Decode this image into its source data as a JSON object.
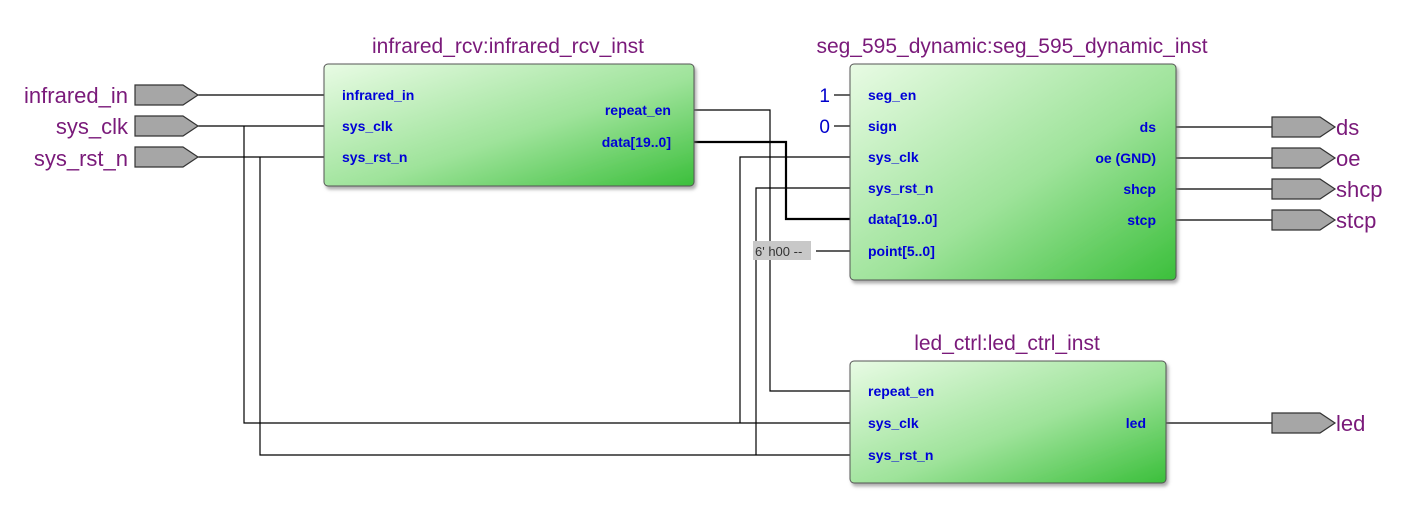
{
  "blocks": {
    "infrared_rcv": {
      "title": "infrared_rcv:infrared_rcv_inst",
      "inputs": [
        "infrared_in",
        "sys_clk",
        "sys_rst_n"
      ],
      "outputs": [
        "repeat_en",
        "data[19..0]"
      ]
    },
    "seg_595": {
      "title": "seg_595_dynamic:seg_595_dynamic_inst",
      "inputs": [
        "seg_en",
        "sign",
        "sys_clk",
        "sys_rst_n",
        "data[19..0]",
        "point[5..0]"
      ],
      "outputs": [
        "ds",
        "oe (GND)",
        "shcp",
        "stcp"
      ]
    },
    "led_ctrl": {
      "title": "led_ctrl:led_ctrl_inst",
      "inputs": [
        "repeat_en",
        "sys_clk",
        "sys_rst_n"
      ],
      "outputs": [
        "led"
      ]
    }
  },
  "top_inputs": [
    "infrared_in",
    "sys_clk",
    "sys_rst_n"
  ],
  "top_outputs": [
    "ds",
    "oe",
    "shcp",
    "stcp",
    "led"
  ],
  "constants": {
    "seg_en": "1",
    "sign": "0",
    "point": "6' h00 --"
  },
  "colors": {
    "title": "#7a1a7a",
    "port_label": "#0000d8",
    "block_fill_light": "#e8fbe4",
    "block_fill_dark": "#3bbf3b",
    "pin_fill": "#a6a6a6"
  }
}
